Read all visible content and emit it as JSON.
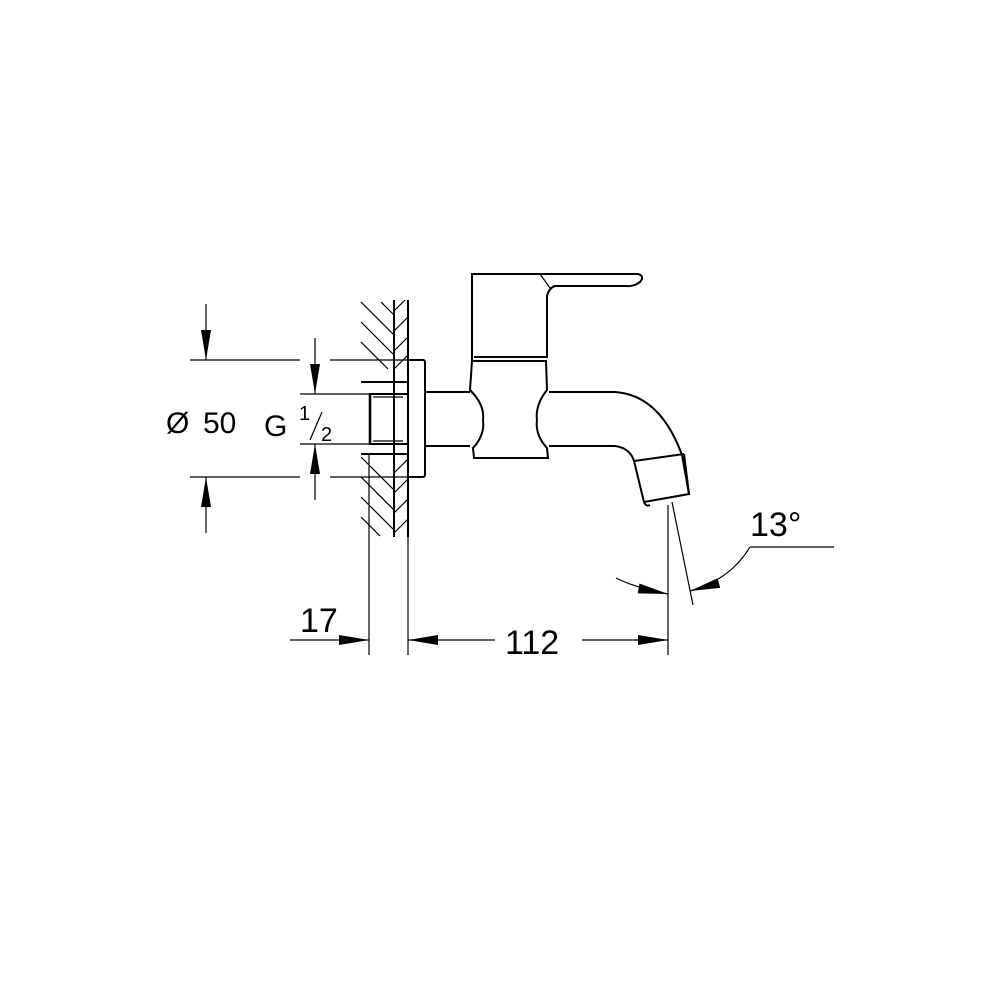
{
  "drawing": {
    "type": "technical-dimension-drawing",
    "subject": "wall-mounted bib tap (side view)",
    "line_color": "#000000",
    "background_color": "#ffffff"
  },
  "dimensions": {
    "flange_diameter": {
      "symbol": "Ø",
      "value": "50"
    },
    "thread": {
      "prefix": "G",
      "num": "1",
      "den": "2"
    },
    "wall_offset": {
      "value": "17"
    },
    "projection": {
      "value": "112"
    },
    "outlet_angle": {
      "value": "13°"
    }
  }
}
